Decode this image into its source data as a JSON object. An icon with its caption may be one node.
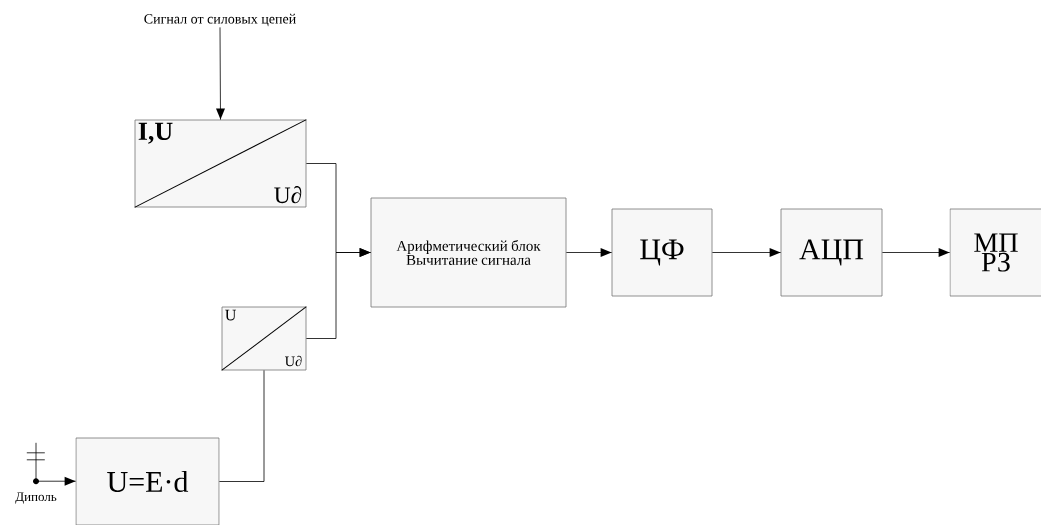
{
  "diagram": {
    "nodes": [
      {
        "text": [
          "Сигнал от силовых цепей"
        ]
      },
      {
        "text": [
          "I,U",
          "U∂"
        ]
      },
      {
        "text": [
          "U",
          "U∂"
        ]
      },
      {
        "text": [
          "Арифметический блок Вычитание сигнала"
        ]
      },
      {
        "text": [
          "ЦФ"
        ]
      },
      {
        "text": [
          "АЦП"
        ]
      },
      {
        "text": [
          "МП РЗ"
        ]
      },
      {
        "text": [
          "U=E·d"
        ]
      },
      {
        "text": [],
        "shape": "dipole",
        "beside": [
          "Диполь"
        ]
      }
    ],
    "edges": [
      {
        "from": 0,
        "to": 1,
        "arrow": "to"
      },
      {
        "from": 1,
        "to": 3,
        "arrow": "to"
      },
      {
        "from": 2,
        "to": 3,
        "arrow": "to"
      },
      {
        "from": 7,
        "to": 2,
        "arrow": "none"
      },
      {
        "from": 8,
        "to": 7,
        "arrow": "to"
      },
      {
        "from": 3,
        "to": 4,
        "arrow": "to"
      },
      {
        "from": 4,
        "to": 5,
        "arrow": "to"
      },
      {
        "from": 5,
        "to": 6,
        "arrow": "to"
      }
    ]
  }
}
